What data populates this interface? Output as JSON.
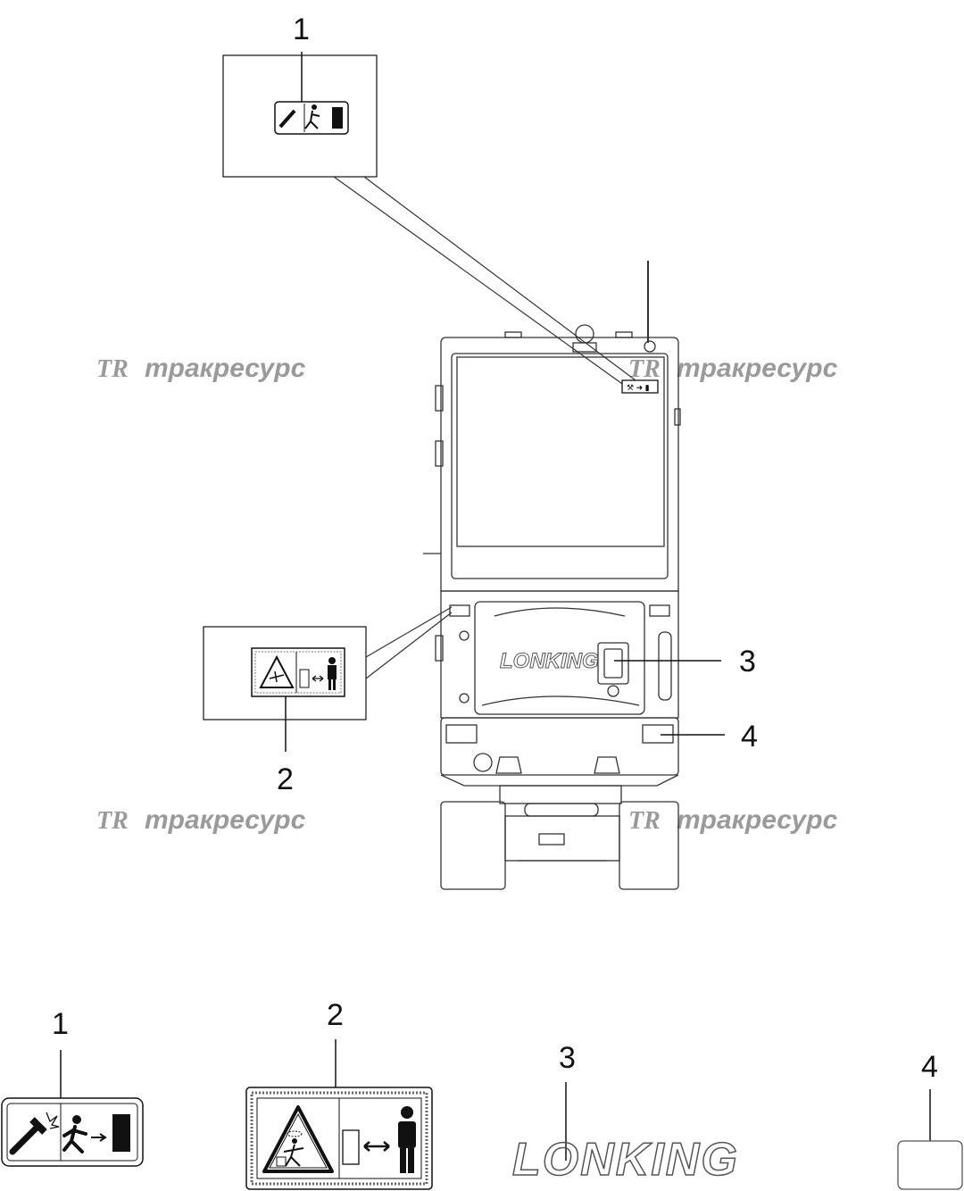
{
  "watermark": {
    "logo": "TR",
    "text": "тракресурс"
  },
  "brand_logo": "LONKING",
  "callouts": {
    "top_label": "1",
    "side_label": "2",
    "logo_label": "3",
    "plate_label": "4"
  },
  "legend": {
    "item1": "1",
    "item2": "2",
    "item3": "3",
    "item4": "4"
  },
  "icons": {
    "decal1": [
      "hammer-break-glass-icon",
      "running-person-icon",
      "exit-door-icon"
    ],
    "decal2": [
      "crush-hazard-triangle-icon",
      "keep-distance-arrow-icon",
      "standing-person-icon"
    ]
  }
}
